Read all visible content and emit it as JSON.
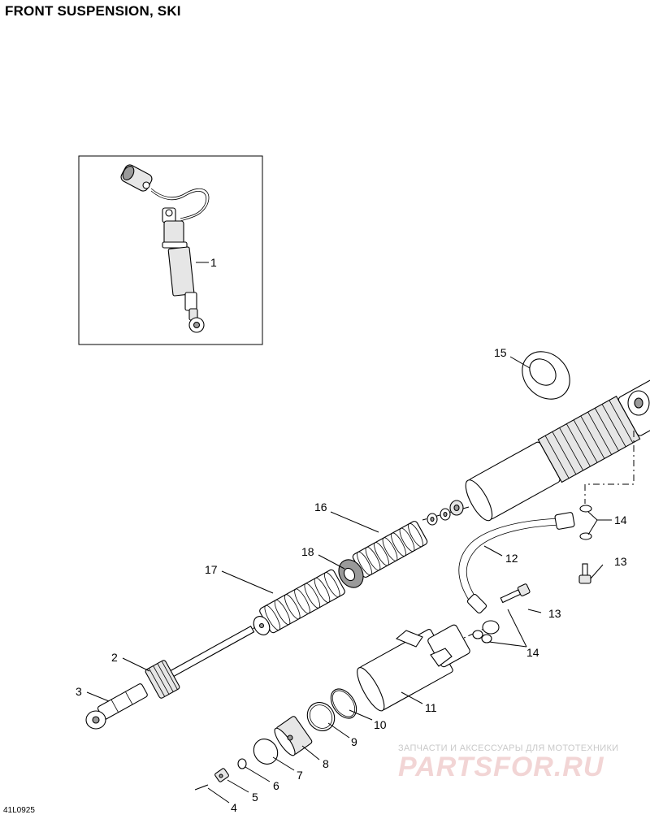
{
  "page": {
    "title": "FRONT SUSPENSION, SKI",
    "drawing_number": "41L0925"
  },
  "watermark": {
    "caption": "ЗАПЧАСТИ И АКСЕССУАРЫ ДЛЯ МОТОТЕХНИКИ",
    "logo_text": "PARTSFOR.RU",
    "color": "#e8b3b3"
  },
  "callouts": {
    "c1": "1",
    "c2": "2",
    "c3": "3",
    "c4": "4",
    "c5": "5",
    "c6": "6",
    "c7": "7",
    "c8": "8",
    "c9": "9",
    "c10": "10",
    "c11": "11",
    "c12": "12",
    "c13a": "13",
    "c13b": "13",
    "c14a": "14",
    "c14b": "14",
    "c15": "15",
    "c16": "16",
    "c17": "17",
    "c18": "18"
  }
}
